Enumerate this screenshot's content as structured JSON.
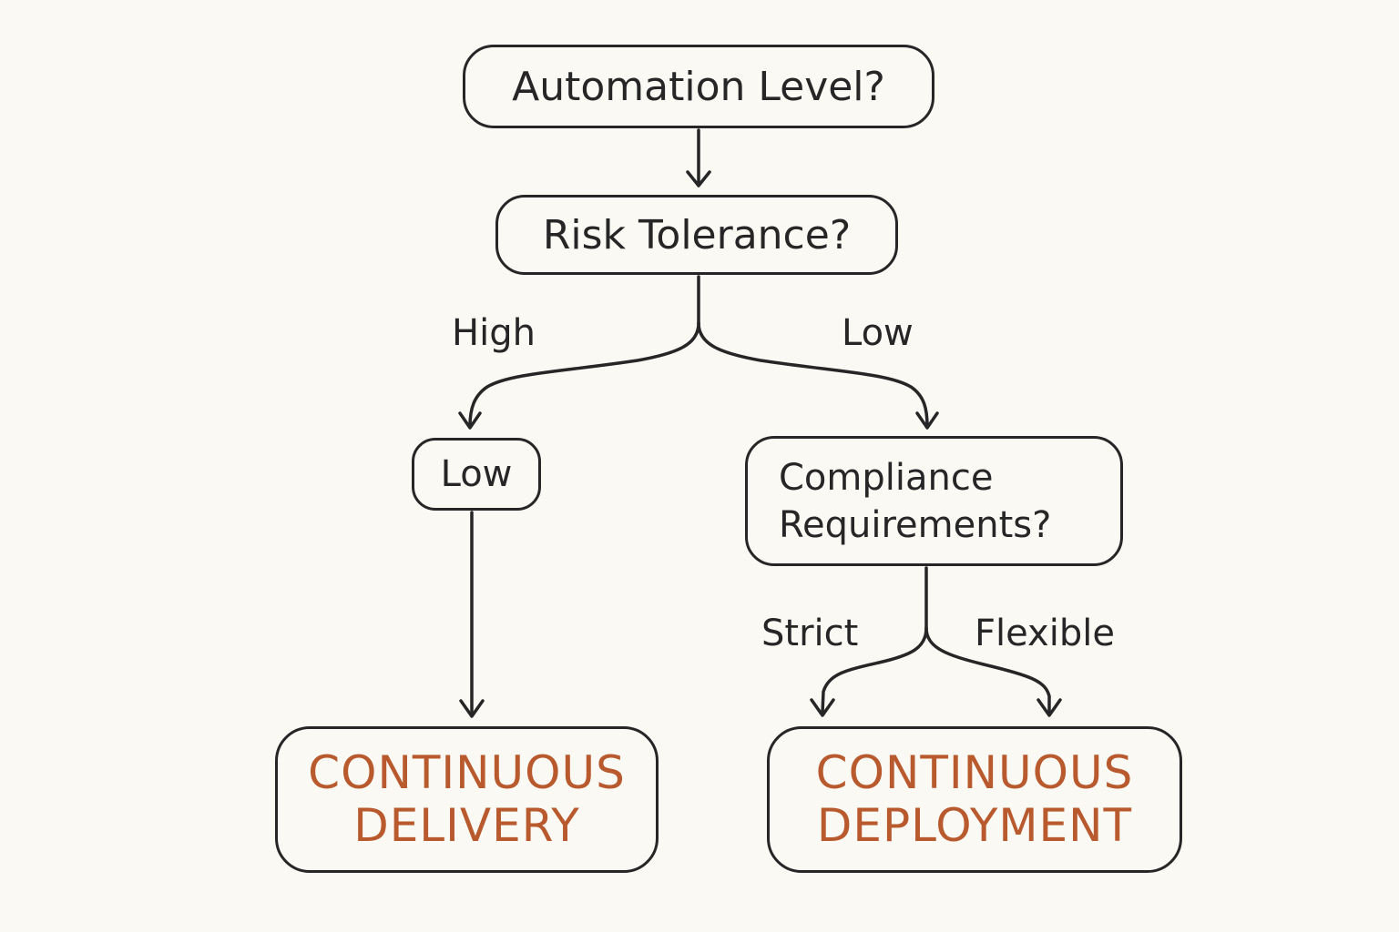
{
  "nodes": {
    "automation": {
      "text": "Automation Level?"
    },
    "risk": {
      "text": "Risk Tolerance?"
    },
    "low": {
      "text": "Low"
    },
    "compliance": {
      "line1": "Compliance",
      "line2": "Requirements?"
    },
    "continuous_delivery": {
      "line1": "CONTINUOUS",
      "line2": "DELIVERY"
    },
    "continuous_deployment": {
      "line1": "CONTINUOUS",
      "line2": "DEPLOYMENT"
    }
  },
  "edge_labels": {
    "high": "High",
    "low": "Low",
    "strict": "Strict",
    "flexible": "Flexible"
  },
  "colors": {
    "background": "#fbf9f4",
    "ink": "#262626",
    "accent": "#b85a2e"
  }
}
